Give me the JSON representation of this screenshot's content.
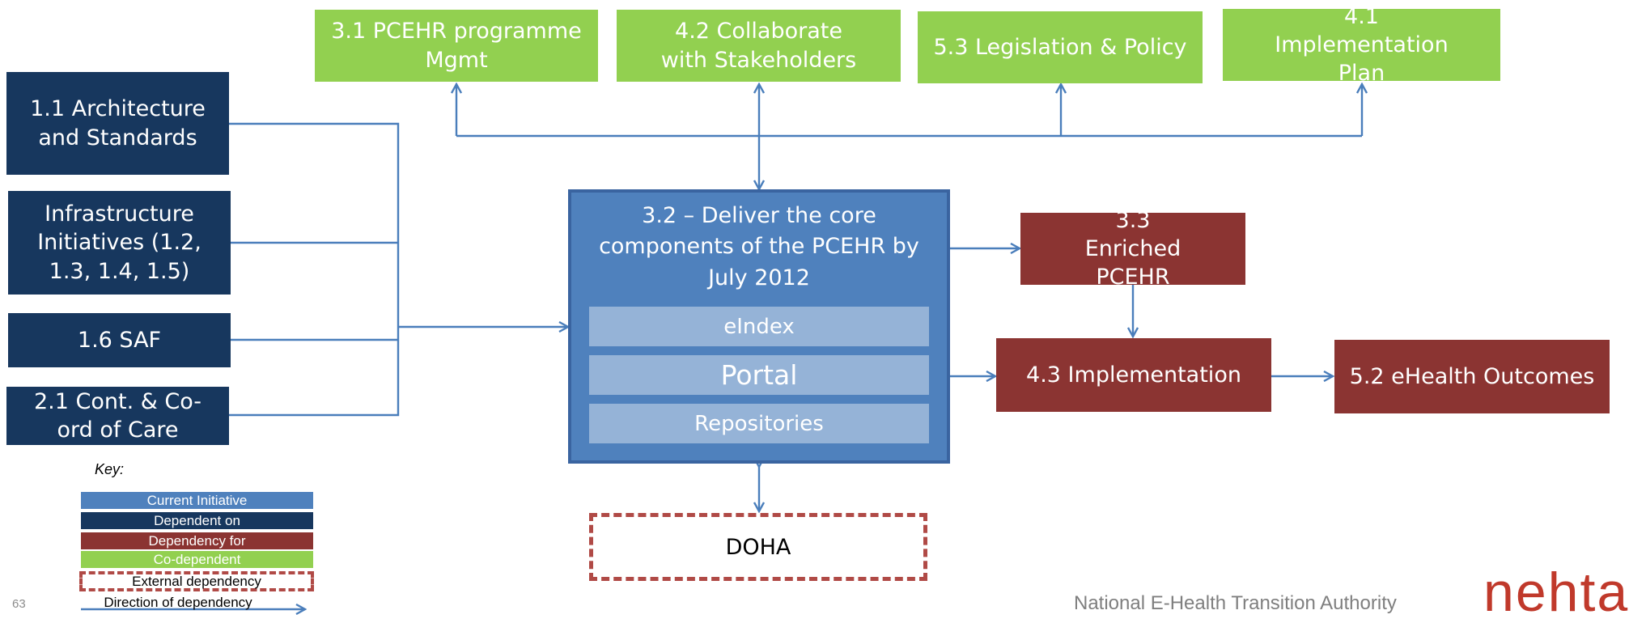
{
  "top_boxes": [
    {
      "label": "3.1 PCEHR programme Mgmt"
    },
    {
      "label": "4.2 Collaborate with Stakeholders"
    },
    {
      "label": "5.3 Legislation & Policy"
    },
    {
      "label": "4.1 Implementation Plan"
    }
  ],
  "left_boxes": [
    {
      "label": "1.1 Architecture and Standards"
    },
    {
      "label": "Infrastructure Initiatives (1.2, 1.3, 1.4, 1.5)"
    },
    {
      "label": "1.6 SAF"
    },
    {
      "label": "2.1 Cont. & Co-ord of Care"
    }
  ],
  "central": {
    "title": "3.2 – Deliver the core components of the PCEHR by July 2012",
    "components": [
      "eIndex",
      "Portal",
      "Repositories"
    ]
  },
  "right_boxes": [
    {
      "label": "3.3 Enriched PCEHR"
    },
    {
      "label": "4.3 Implementation"
    },
    {
      "label": "5.2 eHealth Outcomes"
    }
  ],
  "external": {
    "label": "DOHA"
  },
  "key": {
    "title": "Key:",
    "items": [
      {
        "label": "Current Initiative",
        "color": "#4f81bd"
      },
      {
        "label": "Dependent on",
        "color": "#17375e"
      },
      {
        "label": "Dependency for",
        "color": "#8b3432"
      },
      {
        "label": "Co-dependent",
        "color": "#92d050"
      }
    ],
    "external_label": "External dependency",
    "direction_label": "Direction of dependency"
  },
  "footer": {
    "page_number": "63",
    "organisation": "National E-Health Transition Authority",
    "logo_text": "nehta"
  },
  "colors": {
    "current": "#4f81bd",
    "dependent_on": "#17375e",
    "dependency_for": "#8b3432",
    "co_dependent": "#92d050",
    "arrow": "#4a7ebb",
    "external_border": "#b04a46"
  }
}
